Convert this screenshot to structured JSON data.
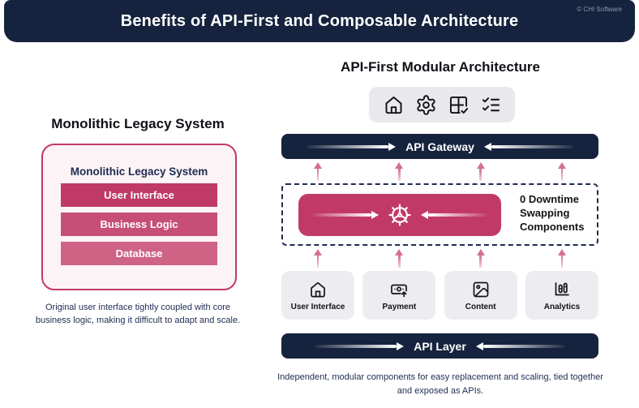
{
  "header": {
    "title": "Benefits of API-First and Composable Architecture",
    "copyright": "© CHI Software"
  },
  "left": {
    "heading": "Monolithic Legacy System",
    "box_title": "Monolithic Legacy System",
    "layers": [
      {
        "label": "User Interface",
        "color": "#bf3a66"
      },
      {
        "label": "Business Logic",
        "color": "#c74f77"
      },
      {
        "label": "Database",
        "color": "#ce6386"
      }
    ],
    "description": "Original user interface tightly coupled with core business logic, making it difficult to adapt and scale."
  },
  "right": {
    "heading": "API-First Modular Architecture",
    "toolbar_icons": [
      "home-icon",
      "gear-icon",
      "layout-grid-check-icon",
      "checklist-icon"
    ],
    "api_gateway_label": "API Gateway",
    "swap_note": "0 Downtime Swapping Components",
    "components": [
      {
        "label": "User Interface",
        "icon": "home-icon"
      },
      {
        "label": "Payment",
        "icon": "payment-icon"
      },
      {
        "label": "Content",
        "icon": "image-icon"
      },
      {
        "label": "Analytics",
        "icon": "bar-chart-icon"
      }
    ],
    "api_layer_label": "API Layer",
    "description": "Independent, modular components for easy replacement and scaling, tied together and exposed as APIs."
  },
  "colors": {
    "navy": "#16233e",
    "pink": "#c13a67",
    "panel_bg": "#fcf3f6",
    "arrow_pink": "#d4708f",
    "card_bg": "#ededf1",
    "icon_pill_bg": "#e9e9ed",
    "copyright_text": "#8d96ab"
  }
}
